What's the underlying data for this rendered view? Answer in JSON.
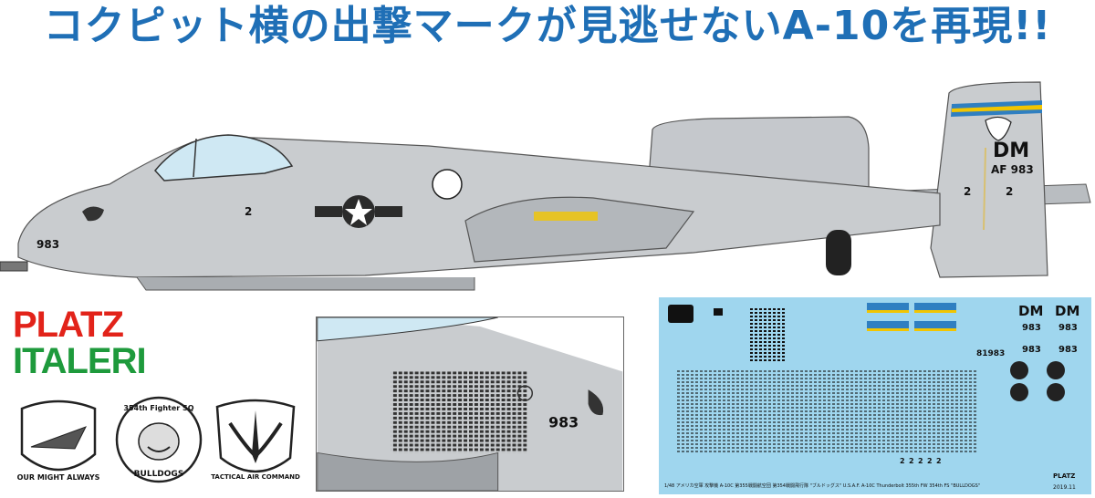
{
  "headline": "コクピット横の出撃マークが見逃せないA-10を再現!!",
  "brand": {
    "platz": "PLATZ",
    "italeri": "ITALERI",
    "platz_color": "#e2231a",
    "italeri_color": "#1e9a3c"
  },
  "aircraft": {
    "nose_number": "983",
    "tail_code": "DM",
    "tail_serial": "AF 983",
    "tail_digit_left": "2",
    "tail_digit_right": "2",
    "cockpit_digit": "2",
    "body_color": "#c9cccf",
    "stripe_blue": "#2f7fc1",
    "stripe_yellow": "#f2c500"
  },
  "emblems": [
    {
      "name": "wing-emblem",
      "caption": "OUR MIGHT ALWAYS"
    },
    {
      "name": "squadron-emblem",
      "caption_top": "354th Fighter SQ",
      "caption_bottom": "BULLDOGS"
    },
    {
      "name": "command-emblem",
      "caption": "TACTICAL AIR COMMAND"
    }
  ],
  "closeup": {
    "nose_number": "983"
  },
  "decal_sheet": {
    "background": "#9fd6ee",
    "tail_codes": [
      "DM",
      "DM"
    ],
    "serials": [
      "983",
      "983",
      "983",
      "983"
    ],
    "serial_long": "81983",
    "digits_row": [
      "2",
      "2",
      "2",
      "2",
      "2"
    ],
    "footer": "1/48 アメリカ空軍 攻撃機 A-10C 第355戦闘航空団 第354戦闘飛行隊 \"ブルドッグス\"    U.S.A.F. A-10C Thunderbolt 355th FW 354th FS \"BULLDOGS\"",
    "sheet_id": "2019.11",
    "maker": "PLATZ"
  }
}
